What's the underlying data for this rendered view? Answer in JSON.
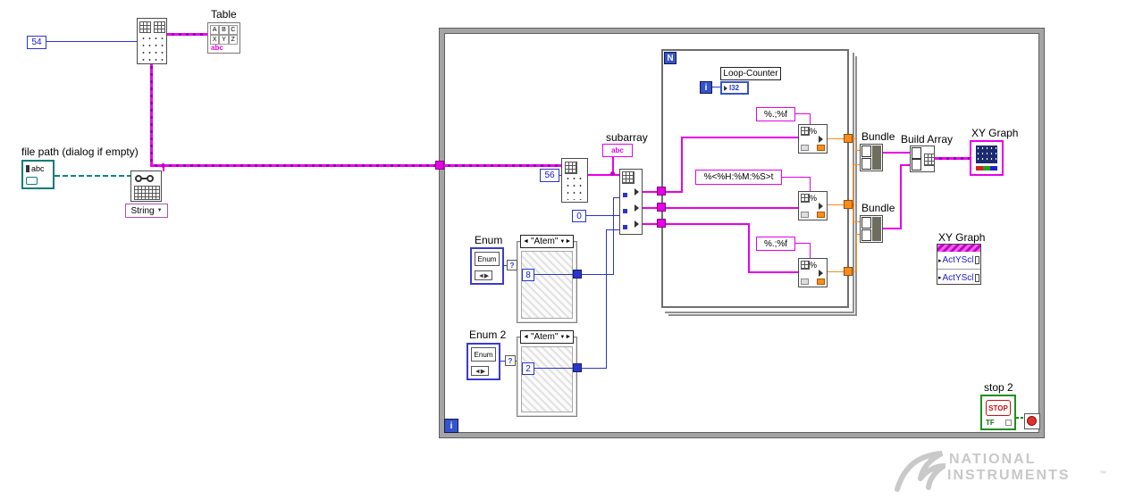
{
  "colors": {
    "wire_string": "#e800e8",
    "wire_numeric": "#2a35cc",
    "wire_double": "#ff8c1a",
    "wire_path": "#0e8585",
    "wire_boolean": "#0c8a0c",
    "loop_border": "#9e9e9e"
  },
  "top_left": {
    "const_54": "54",
    "build_table_label": "Table",
    "table_header": [
      "A",
      "B",
      "C"
    ],
    "table_row": [
      "X",
      "Y",
      "Z"
    ],
    "table_abc": "abc",
    "file_path_label": "file path (dialog if empty)",
    "path_control_text": "abc",
    "read_node_selector": "String",
    "selector_arrow": "▼"
  },
  "while_loop": {
    "iteration_label": "i",
    "const_56": "56",
    "subarray_label": "subarray",
    "subarray_text": "abc",
    "const_0": "0",
    "enum1": {
      "label": "Enum",
      "icon_text": "Enum",
      "inc_dec": "◄▶"
    },
    "enum2": {
      "label": "Enum 2",
      "icon_text": "Enum",
      "inc_dec": "◄▶"
    },
    "case1": {
      "prev": "◄",
      "name": "\"Atem\"",
      "arrow": "▼",
      "next": "►",
      "selector_q": "?",
      "const": "8"
    },
    "case2": {
      "prev": "◄",
      "name": "\"Atem\"",
      "arrow": "▼",
      "next": "►",
      "selector_q": "?",
      "const": "2"
    },
    "stop": {
      "label": "stop 2",
      "button_text": "STOP",
      "terminal_text": "TF"
    }
  },
  "for_loop": {
    "count_label": "N",
    "iteration_label": "i",
    "counter_label": "Loop-Counter",
    "i32_text": "I32",
    "fmt_top": "%.;%f",
    "fmt_time": "%<%H:%M:%S>t",
    "fmt_bottom": "%.;%f",
    "scan_glyph": "%"
  },
  "output": {
    "bundle1_label": "Bundle",
    "bundle2_label": "Bundle",
    "build_array_label": "Build Array",
    "xy_graph_label": "XY Graph",
    "property_node": {
      "title": "XY Graph",
      "rows": [
        "ActYScl",
        "ActYScl"
      ],
      "row_arrow": "▸"
    }
  },
  "branding": {
    "line1": "NATIONAL",
    "line2": "INSTRUMENTS",
    "tm": "™"
  }
}
